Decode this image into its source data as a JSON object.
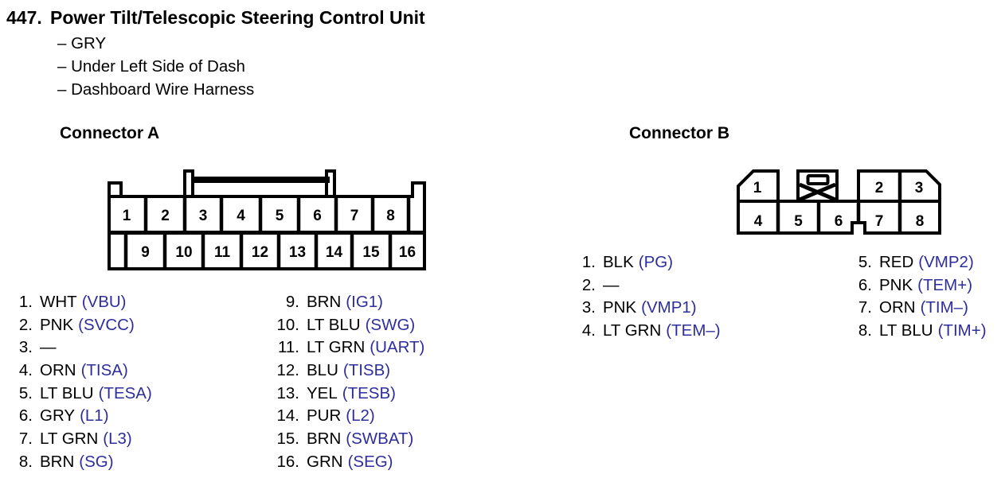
{
  "page": {
    "background": "#ffffff",
    "line_color": "#000000",
    "text_color": "#000000",
    "signal_color": "#2d2d9e"
  },
  "header": {
    "number": "447.",
    "title": "Power Tilt/Telescopic Steering Control Unit",
    "details": [
      "– GRY",
      "– Under Left Side of Dash",
      "– Dashboard Wire Harness"
    ]
  },
  "connector_a": {
    "heading": "Connector A",
    "cavities": {
      "top": [
        "1",
        "2",
        "3",
        "4",
        "5",
        "6",
        "7",
        "8"
      ],
      "bottom": [
        "9",
        "10",
        "11",
        "12",
        "13",
        "14",
        "15",
        "16"
      ]
    },
    "pins": [
      {
        "num": "1",
        "color": "WHT",
        "signal": "(VBU)"
      },
      {
        "num": "2",
        "color": "PNK",
        "signal": "(SVCC)"
      },
      {
        "num": "3",
        "color": "—",
        "signal": ""
      },
      {
        "num": "4",
        "color": "ORN",
        "signal": "(TISA)"
      },
      {
        "num": "5",
        "color": "LT BLU",
        "signal": "(TESA)"
      },
      {
        "num": "6",
        "color": "GRY",
        "signal": "(L1)"
      },
      {
        "num": "7",
        "color": "LT GRN",
        "signal": "(L3)"
      },
      {
        "num": "8",
        "color": "BRN",
        "signal": "(SG)"
      },
      {
        "num": "9",
        "color": "BRN",
        "signal": "(IG1)"
      },
      {
        "num": "10",
        "color": "LT BLU",
        "signal": "(SWG)"
      },
      {
        "num": "11",
        "color": "LT GRN",
        "signal": "(UART)"
      },
      {
        "num": "12",
        "color": "BLU",
        "signal": "(TISB)"
      },
      {
        "num": "13",
        "color": "YEL",
        "signal": "(TESB)"
      },
      {
        "num": "14",
        "color": "PUR",
        "signal": "(L2)"
      },
      {
        "num": "15",
        "color": "BRN",
        "signal": "(SWBAT)"
      },
      {
        "num": "16",
        "color": "GRN",
        "signal": "(SEG)"
      }
    ]
  },
  "connector_b": {
    "heading": "Connector B",
    "cavities": {
      "top": [
        "1",
        "2",
        "3"
      ],
      "bottom": [
        "4",
        "5",
        "6",
        "7",
        "8"
      ]
    },
    "pins": [
      {
        "num": "1",
        "color": "BLK",
        "signal": "(PG)"
      },
      {
        "num": "2",
        "color": "—",
        "signal": ""
      },
      {
        "num": "3",
        "color": "PNK",
        "signal": "(VMP1)"
      },
      {
        "num": "4",
        "color": "LT GRN",
        "signal": "(TEM–)"
      },
      {
        "num": "5",
        "color": "RED",
        "signal": "(VMP2)"
      },
      {
        "num": "6",
        "color": "PNK",
        "signal": "(TEM+)"
      },
      {
        "num": "7",
        "color": "ORN",
        "signal": "(TIM–)"
      },
      {
        "num": "8",
        "color": "LT BLU",
        "signal": "(TIM+)"
      }
    ]
  }
}
